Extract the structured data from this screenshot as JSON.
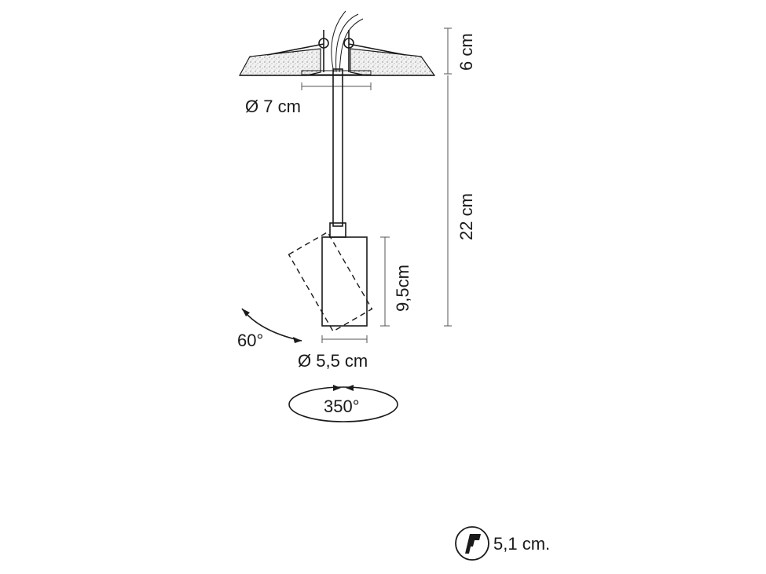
{
  "dimensions": {
    "ceiling_depth": "6 cm",
    "canopy_diameter": "Ø 7 cm",
    "total_drop": "22 cm",
    "spot_height": "9,5cm",
    "spot_diameter": "Ø 5,5 cm",
    "tilt_angle": "60°",
    "rotation_angle": "350°"
  },
  "footer": {
    "cutout_value": "5,1 cm.",
    "cutout_icon": "recessed-cutout-icon"
  },
  "colors": {
    "line": "#1a1a1a",
    "plaster_fill": "#efefef"
  }
}
